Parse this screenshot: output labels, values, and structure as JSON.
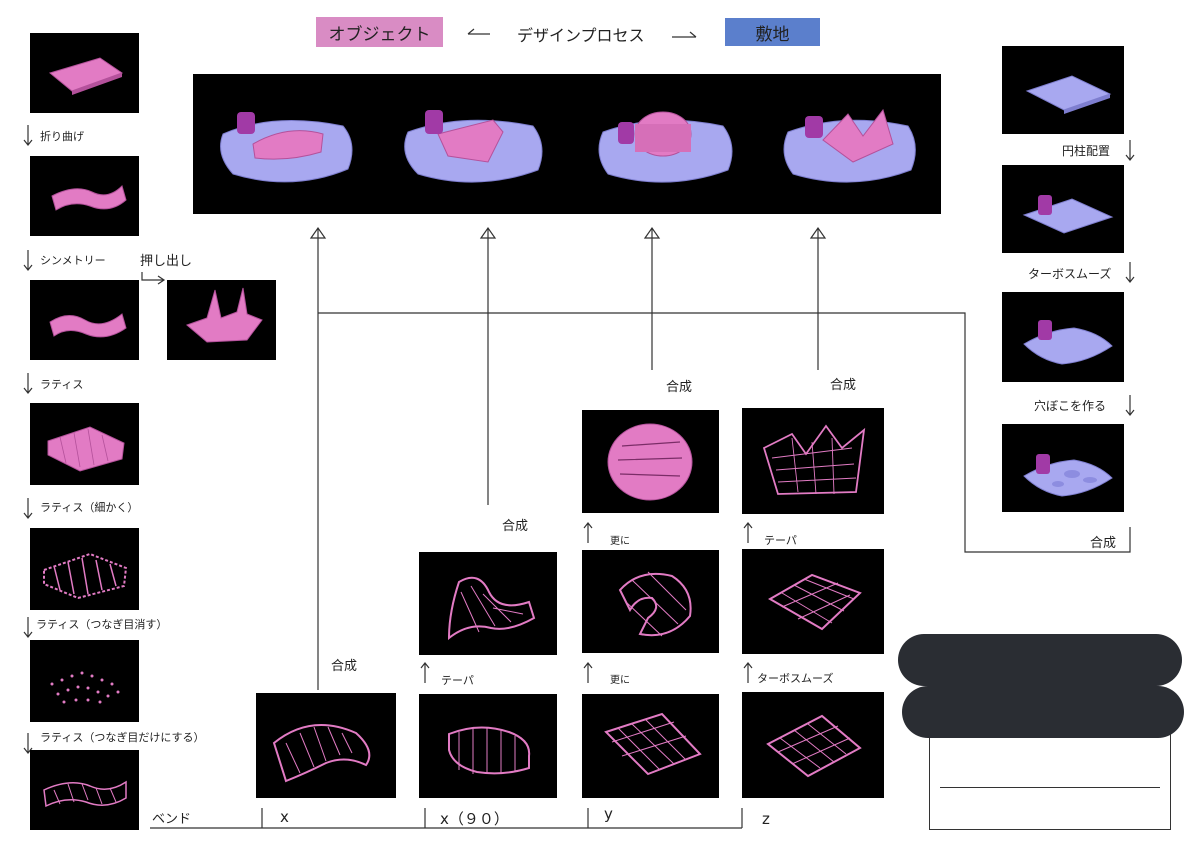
{
  "header": {
    "object_label": "オブジェクト",
    "object_color": "#d98cc4",
    "process_label": "デザインプロセス",
    "site_label": "敷地",
    "site_color": "#5b7fcc"
  },
  "left_steps": {
    "fold": "折り曲げ",
    "symmetry": "シンメトリー",
    "extrude": "押し出し",
    "lattice": "ラティス",
    "lattice_fine": "ラティス（細かく）",
    "lattice_remove": "ラティス（つなぎ目消す）",
    "lattice_joints": "ラティス（つなぎ目だけにする）"
  },
  "right_steps": {
    "cylinder": "円柱配置",
    "turbo_smooth": "ターボスムーズ",
    "dents": "穴ぼこを作る",
    "compose": "合成"
  },
  "middle": {
    "compose_labels": [
      "合成",
      "合成",
      "合成",
      "合成"
    ],
    "taper_x90": "テーパ",
    "more_y1": "更に",
    "more_y2": "更に",
    "turbo_z": "ターボスムーズ",
    "taper_z": "テーパ"
  },
  "bottom_axis": {
    "bend": "ベンド",
    "x": "x",
    "x90": "x（９０）",
    "y": "y",
    "z": "z"
  },
  "colors": {
    "pink": "#e27bc4",
    "pink_dark": "#b4519b",
    "lavender": "#a8a8f0",
    "lavender_dark": "#7e7ecf",
    "purple": "#a13aa6",
    "pill": "#2a2d33"
  }
}
